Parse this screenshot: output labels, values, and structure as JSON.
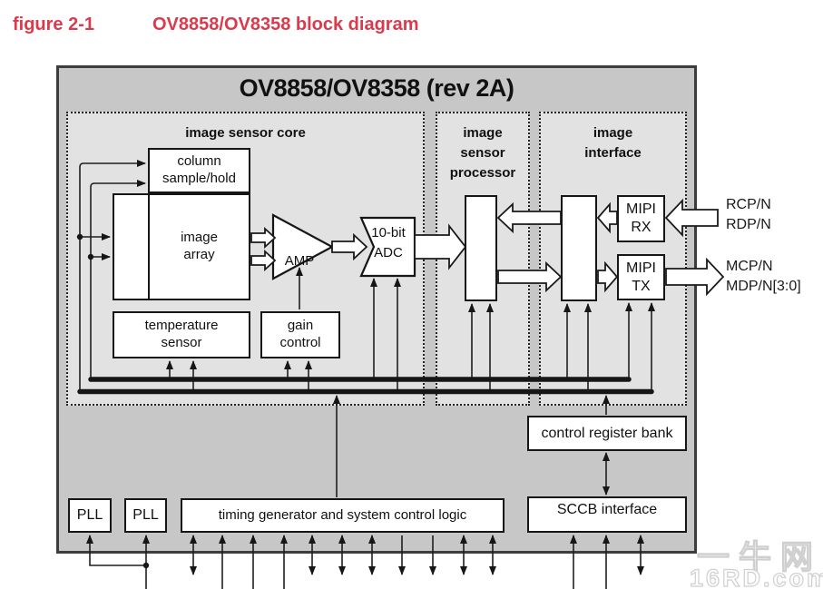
{
  "caption": {
    "figure_label": "figure 2-1",
    "figure_title": "OV8858/OV8358 block diagram"
  },
  "chip_title": "OV8858/OV8358 (rev 2A)",
  "sections": {
    "core": {
      "title": "image sensor core"
    },
    "processor": {
      "line1": "image",
      "line2": "sensor",
      "line3": "processor"
    },
    "interface": {
      "line1": "image",
      "line2": "interface"
    }
  },
  "blocks": {
    "column_sample_hold": {
      "line1": "column",
      "line2": "sample/hold"
    },
    "image_array": {
      "line1": "image",
      "line2": "array"
    },
    "temperature_sensor": {
      "line1": "temperature",
      "line2": "sensor"
    },
    "gain_control": {
      "line1": "gain",
      "line2": "control"
    },
    "amp": "AMP",
    "adc": {
      "line1": "10-bit",
      "line2": "ADC"
    },
    "mipi_rx": {
      "line1": "MIPI",
      "line2": "RX"
    },
    "mipi_tx": {
      "line1": "MIPI",
      "line2": "TX"
    },
    "control_register_bank": "control register bank",
    "sccb_interface": "SCCB interface",
    "pll1": "PLL",
    "pll2": "PLL",
    "timing_generator": "timing generator and system control logic"
  },
  "pins": {
    "rx_in": {
      "line1": "RCP/N",
      "line2": "RDP/N"
    },
    "tx_out": {
      "line1": "MCP/N",
      "line2": "MDP/N[3:0]"
    }
  },
  "watermark": {
    "line1": "一牛网",
    "line2": "16RD.com"
  },
  "colors": {
    "accent_red": "#d93b4d",
    "chip_fill": "#c7c7c7",
    "section_fill": "#e2e2e2",
    "line_color": "#1a1a1a"
  }
}
